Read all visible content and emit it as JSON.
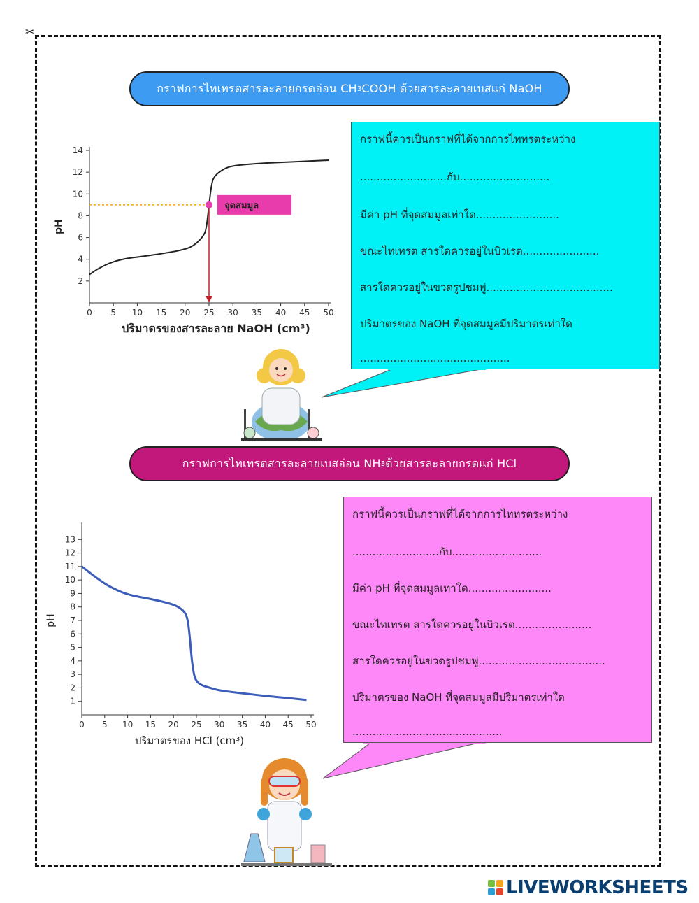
{
  "header1": {
    "prefix": "กราฟการไทเทรตสารละลายกรดอ่อน  CH",
    "sub": "3",
    "suffix": "COOH  ด้วยสารละลายเบสแก่  NaOH"
  },
  "header2": {
    "prefix": "กราฟการไทเทรตสารละลายเบสอ่อน  NH",
    "sub": "3",
    "suffix": "  ด้วยสารละลายกรดแก่  HCl"
  },
  "questions1": [
    "กราฟนี้ควรเป็นกราฟที่ได้จากการไททรตระหว่าง",
    "..........................กับ...........................",
    "มีค่า  pH  ที่จุดสมมูลเท่าใด.........................",
    "ขณะไทเทรต  สารใดควรอยู่ในบิวเรต.......................",
    "สารใดควรอยู่ในขวดรูปชมพู่......................................",
    "ปริมาตรของ  NaOH  ที่จุดสมมูลมีปริมาตรเท่าใด",
    "............................................."
  ],
  "questions2": [
    "กราฟนี้ควรเป็นกราฟที่ได้จากการไททรตระหว่าง",
    "..........................กับ...........................",
    "มีค่า  pH  ที่จุดสมมูลเท่าใด.........................",
    "ขณะไทเทรต  สารใดควรอยู่ในบิวเรต.......................",
    "สารใดควรอยู่ในขวดรูปชมพู่......................................",
    "ปริมาตรของ  NaOH  ที่จุดสมมูลมีปริมาตรเท่าใด",
    "............................................."
  ],
  "chart_data": [
    {
      "type": "line",
      "ylabel": "pH",
      "xlabel": "ปริมาตรของสารละลาย NaOH (cm³)",
      "xlim": [
        0,
        50
      ],
      "ylim": [
        0,
        14
      ],
      "xticks": [
        0,
        5,
        10,
        15,
        20,
        25,
        30,
        35,
        40,
        45,
        50
      ],
      "yticks": [
        2,
        4,
        6,
        8,
        10,
        12,
        14
      ],
      "x": [
        0,
        2,
        5,
        8,
        10,
        15,
        20,
        22,
        24,
        24.5,
        25,
        25.5,
        26,
        28,
        30,
        35,
        40,
        45,
        50
      ],
      "y": [
        2.6,
        3.2,
        3.8,
        4.1,
        4.2,
        4.5,
        4.9,
        5.3,
        6.2,
        7.0,
        9.0,
        10.8,
        11.6,
        12.3,
        12.6,
        12.8,
        12.9,
        13.0,
        13.1
      ],
      "equivalence_point": {
        "x": 25,
        "y": 9.0,
        "label": "จุดสมมูล"
      },
      "line_color": "#222222",
      "marker_color": "#e83cad"
    },
    {
      "type": "line",
      "ylabel": "pH",
      "xlabel": "ปริมาตรของ HCl (cm³)",
      "xlim": [
        0,
        50
      ],
      "ylim": [
        0,
        14
      ],
      "xticks": [
        0,
        5,
        10,
        15,
        20,
        25,
        30,
        35,
        40,
        45,
        50
      ],
      "yticks": [
        1,
        2,
        3,
        4,
        5,
        6,
        7,
        8,
        9,
        10,
        11,
        12,
        13
      ],
      "x": [
        0,
        3,
        6,
        10,
        15,
        20,
        22,
        23,
        23.5,
        24,
        24.5,
        25,
        26,
        28,
        30,
        35,
        40,
        45,
        49
      ],
      "y": [
        11.0,
        10.2,
        9.5,
        8.9,
        8.6,
        8.2,
        7.8,
        7.3,
        6.0,
        4.0,
        2.9,
        2.5,
        2.2,
        2.0,
        1.8,
        1.6,
        1.4,
        1.25,
        1.1
      ],
      "line_color": "#3b5cb8"
    }
  ],
  "logo": {
    "text": "LIVEWORKSHEETS",
    "colors": [
      "#7ac142",
      "#f6a21c",
      "#2a9fd6",
      "#e4462d"
    ]
  }
}
